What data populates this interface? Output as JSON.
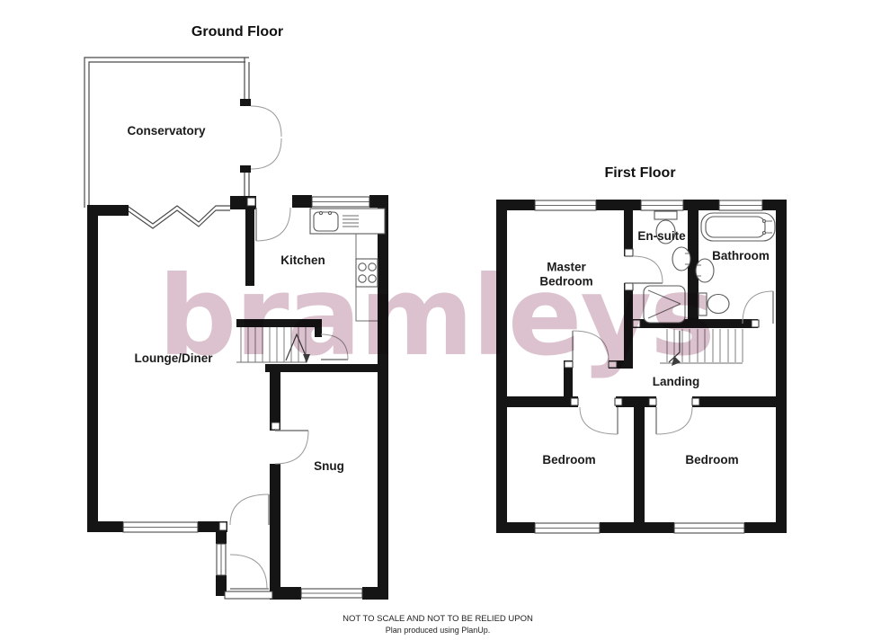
{
  "floors": {
    "ground": {
      "title": "Ground Floor",
      "rooms": [
        "Conservatory",
        "Kitchen",
        "Lounge/Diner",
        "Snug"
      ]
    },
    "first": {
      "title": "First Floor",
      "rooms": [
        "Master Bedroom",
        "En-suite",
        "Bathroom",
        "Landing",
        "Bedroom",
        "Bedroom"
      ]
    }
  },
  "rooms": {
    "conservatory": "Conservatory",
    "kitchen": "Kitchen",
    "lounge_diner": "Lounge/Diner",
    "snug": "Snug",
    "master_bedroom": "Master Bedroom",
    "en_suite": "En-suite",
    "bathroom": "Bathroom",
    "landing": "Landing",
    "bedroom_left": "Bedroom",
    "bedroom_right": "Bedroom"
  },
  "watermark": {
    "text": "bramleys",
    "color": "#dcc2ce"
  },
  "footer": {
    "line1": "NOT TO SCALE AND NOT TO BE RELIED UPON",
    "line2": "Plan produced using PlanUp."
  },
  "colors": {
    "wall": "#151515",
    "line": "#5a5a5a",
    "label": "#1b1b1b"
  }
}
